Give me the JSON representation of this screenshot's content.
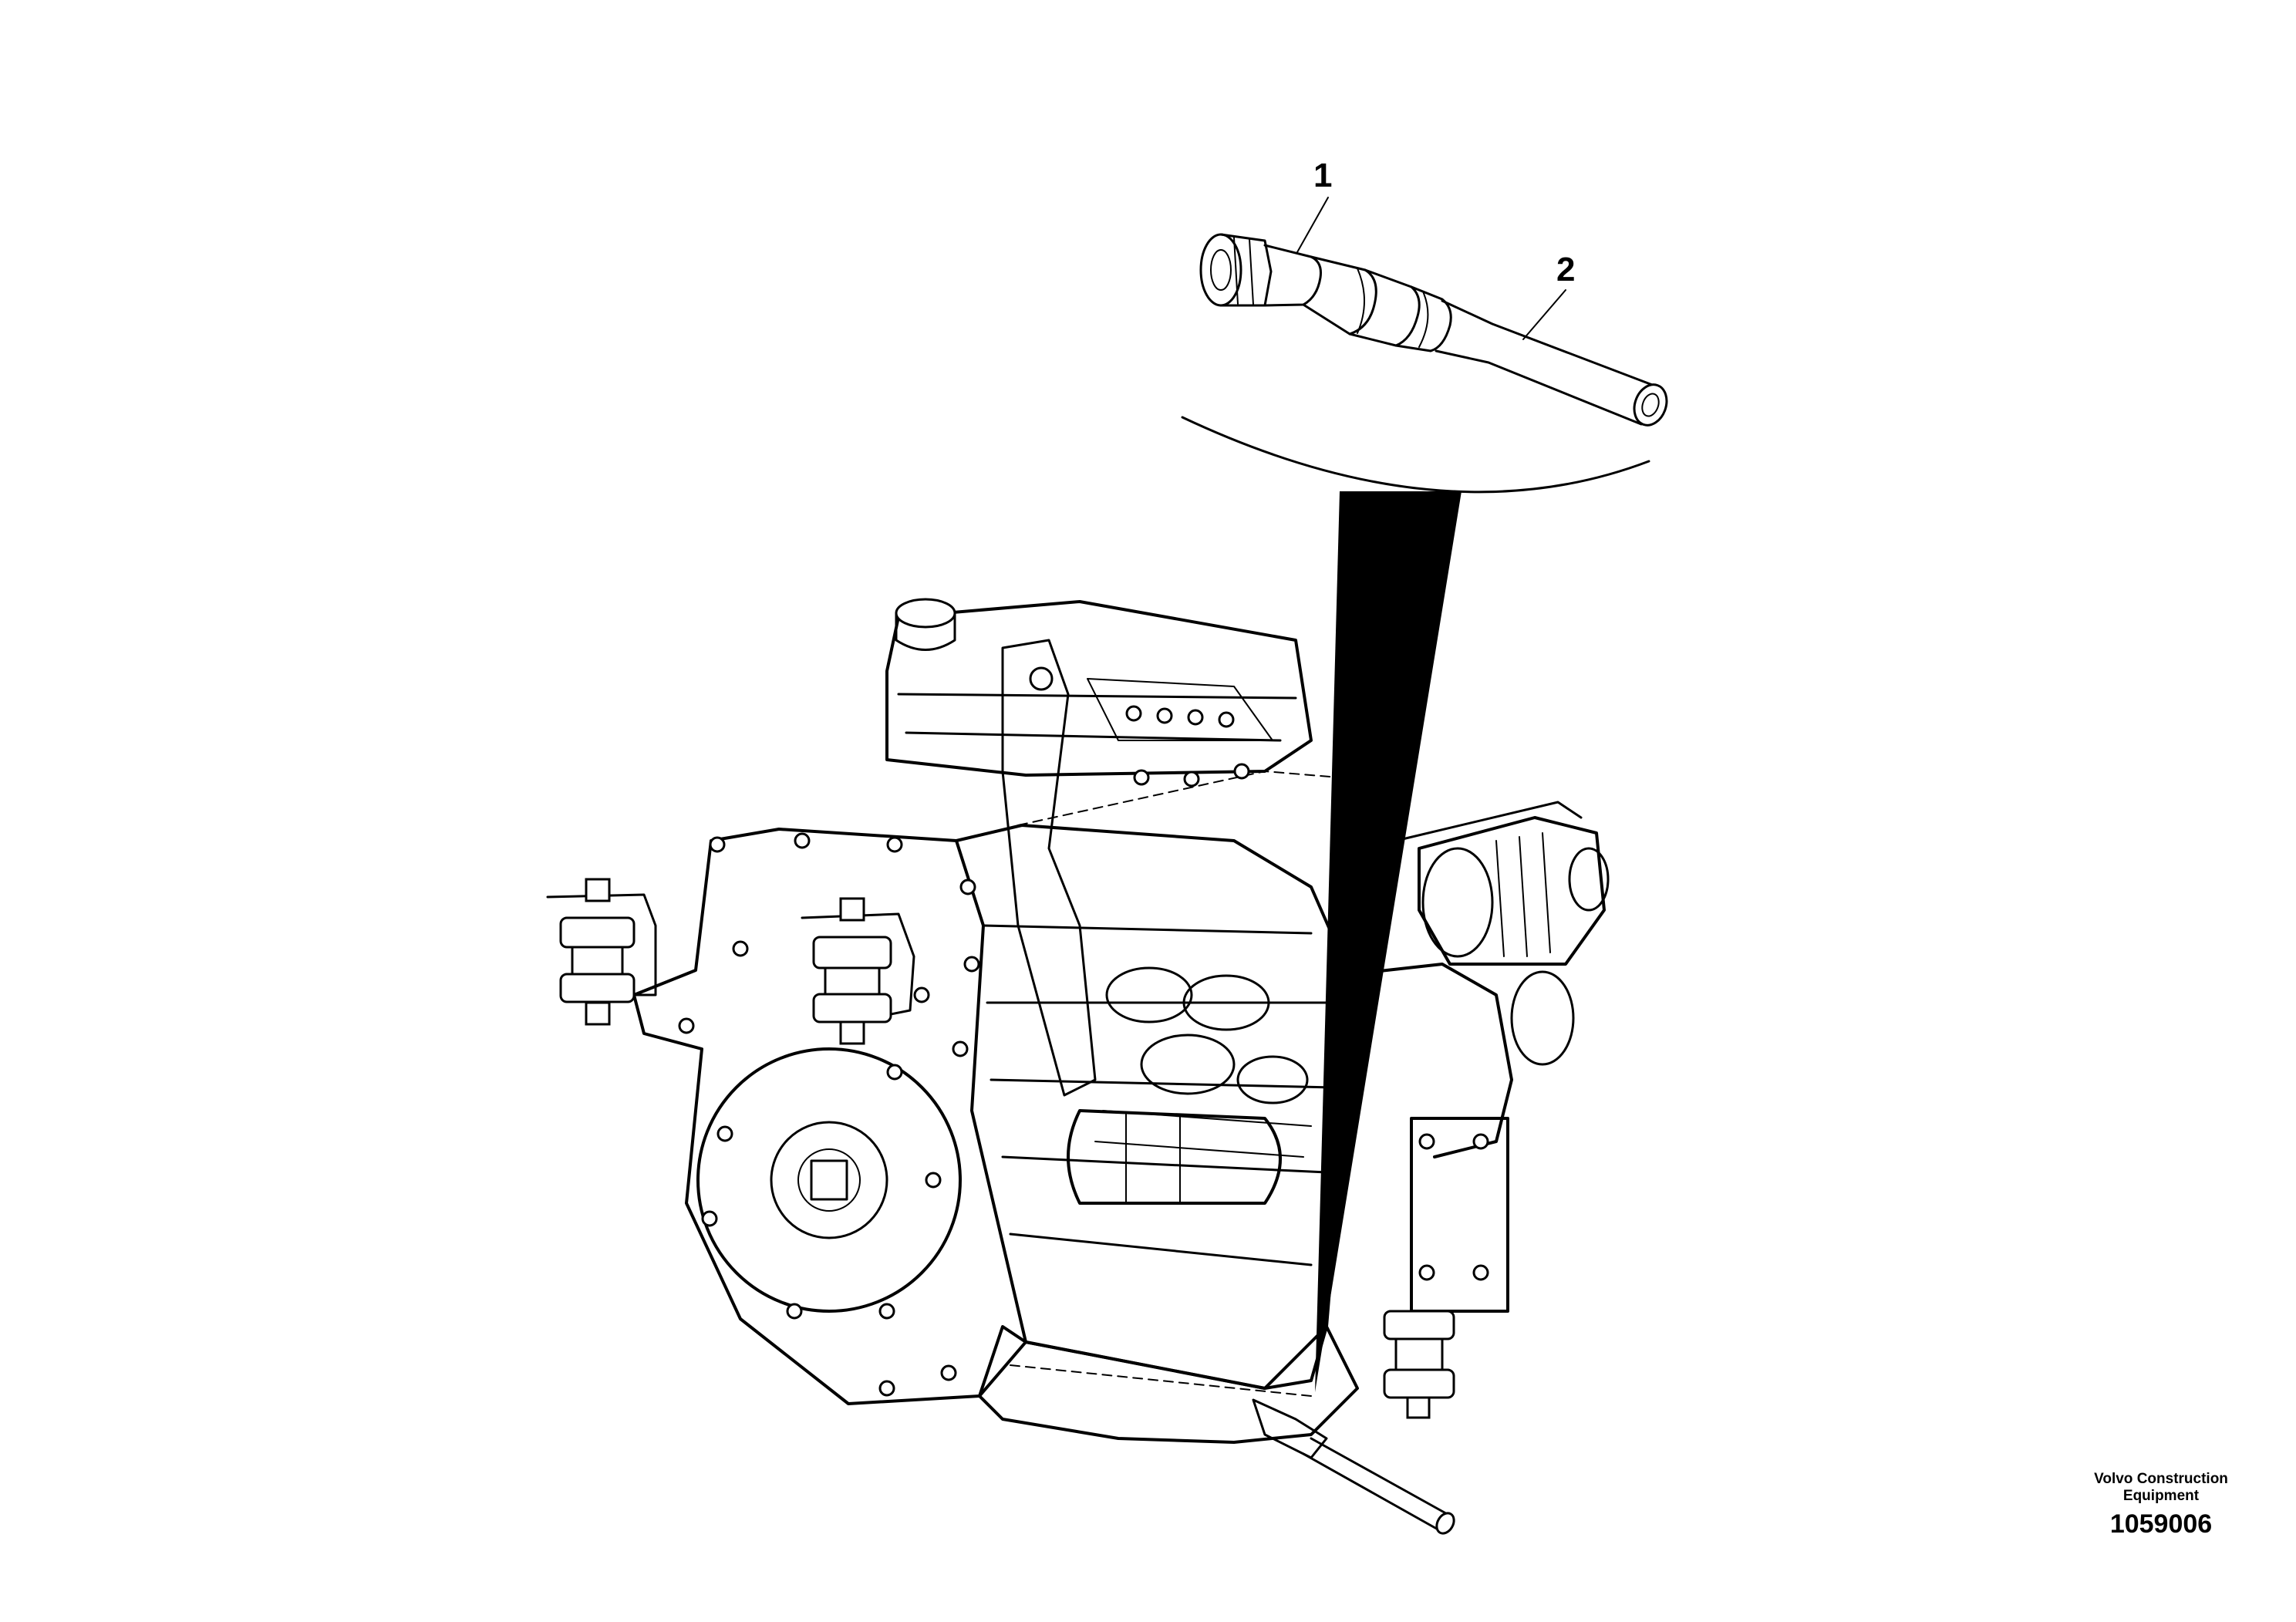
{
  "callouts": [
    {
      "number": "1"
    },
    {
      "number": "2"
    }
  ],
  "credit": {
    "company": "Volvo Construction Equipment",
    "drawing_number": "1059006"
  }
}
